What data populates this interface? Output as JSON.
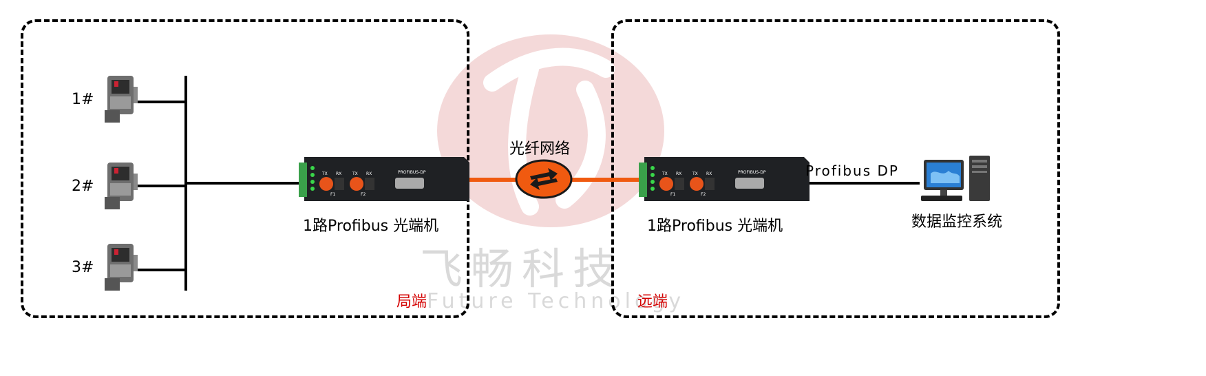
{
  "watermark": {
    "cn": "飞畅科技",
    "en": "Future Technology"
  },
  "local": {
    "zone_label": "局端",
    "nodes": [
      {
        "label": "1#"
      },
      {
        "label": "2#"
      },
      {
        "label": "3#"
      }
    ],
    "device_label": "1路Profibus 光端机"
  },
  "network": {
    "label": "光纤网络"
  },
  "remote": {
    "zone_label": "远端",
    "device_label": "1路Profibus 光端机",
    "link_label": "Profibus DP",
    "system_label": "数据监控系统"
  },
  "device_panel": {
    "tx": "TX",
    "rx": "RX",
    "p1": "F1",
    "p2": "F2",
    "port": "PROFIBUS-DP"
  },
  "colors": {
    "fiber": "#f05a10",
    "zone_text": "#d40000",
    "device_body": "#1f2124",
    "fiber_port": "#e8541a"
  }
}
